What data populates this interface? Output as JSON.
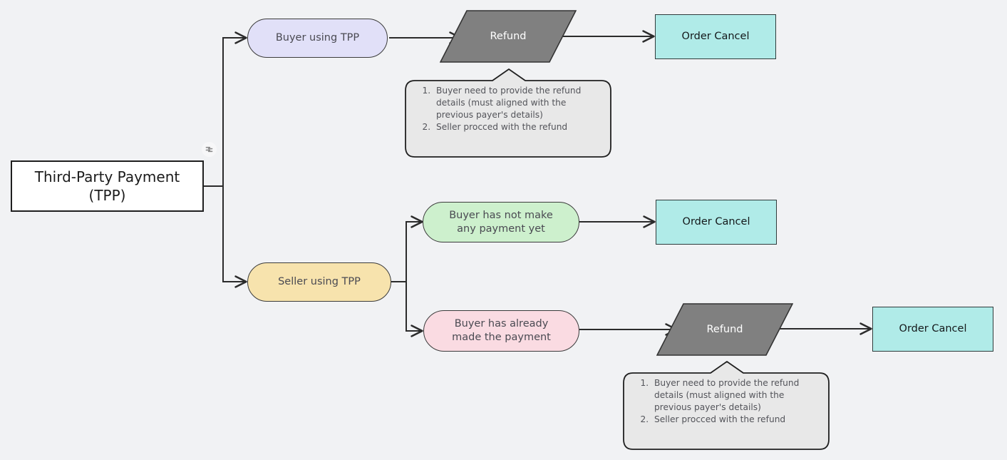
{
  "diagram": {
    "type": "flowchart",
    "title_node": {
      "label": "Third-Party Payment\n(TPP)",
      "line1": "Third-Party Payment",
      "line2": "(TPP)"
    },
    "background_color": "#f1f2f4",
    "badge": {
      "icon": "flow-zigzag-icon"
    },
    "nodes": [
      {
        "id": "tpp",
        "label": "Third-Party Payment (TPP)",
        "shape": "rectangle",
        "fill": "#ffffff"
      },
      {
        "id": "buyer_tpp",
        "label": "Buyer using TPP",
        "shape": "stadium",
        "fill": "#e1e0f8"
      },
      {
        "id": "refund_top",
        "label": "Refund",
        "shape": "parallelogram",
        "fill": "#808080"
      },
      {
        "id": "cancel_top",
        "label": "Order Cancel",
        "shape": "rectangle",
        "fill": "#b0ebe8"
      },
      {
        "id": "seller_tpp",
        "label": "Seller using TPP",
        "shape": "stadium",
        "fill": "#f7e3ad"
      },
      {
        "id": "no_payment",
        "label": "Buyer has not make any payment yet",
        "line1": "Buyer has not make",
        "line2": "any payment yet",
        "shape": "stadium",
        "fill": "#cdf0cd"
      },
      {
        "id": "cancel_mid",
        "label": "Order Cancel",
        "shape": "rectangle",
        "fill": "#b0ebe8"
      },
      {
        "id": "paid",
        "label": "Buyer has already made the payment",
        "line1": "Buyer has already",
        "line2": "made the payment",
        "shape": "stadium",
        "fill": "#fadbe2"
      },
      {
        "id": "refund_bot",
        "label": "Refund",
        "shape": "parallelogram",
        "fill": "#808080"
      },
      {
        "id": "cancel_bot",
        "label": "Order Cancel",
        "shape": "rectangle",
        "fill": "#b0ebe8"
      }
    ],
    "notes": [
      {
        "id": "note_top",
        "items": [
          "Buyer need to provide the refund details (must aligned with the previous payer's details)",
          "Seller procced with the refund"
        ]
      },
      {
        "id": "note_bottom",
        "items": [
          "Buyer need to provide the refund details (must aligned with the previous payer's details)",
          "Seller procced with the refund"
        ]
      }
    ]
  }
}
